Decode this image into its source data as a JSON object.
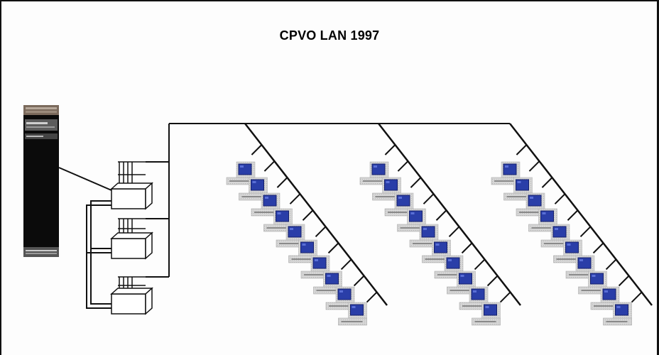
{
  "diagram": {
    "title": "CPVO LAN 1997",
    "colors": {
      "line": "#111111",
      "screen": "#2a3ea8",
      "monitor_body": "#d9d9d9",
      "server_dark": "#0b0b0b",
      "hub_fill": "#ffffff"
    },
    "nodes": {
      "server": {
        "icon": "server-tower-icon"
      },
      "hubs": [
        {
          "icon": "network-hub-icon"
        },
        {
          "icon": "network-hub-icon"
        },
        {
          "icon": "network-hub-icon"
        }
      ],
      "workstation_groups": [
        {
          "icon": "desktop-computer-icon",
          "count": 10
        },
        {
          "icon": "desktop-computer-icon",
          "count": 10
        },
        {
          "icon": "desktop-computer-icon",
          "count": 10
        }
      ]
    }
  }
}
